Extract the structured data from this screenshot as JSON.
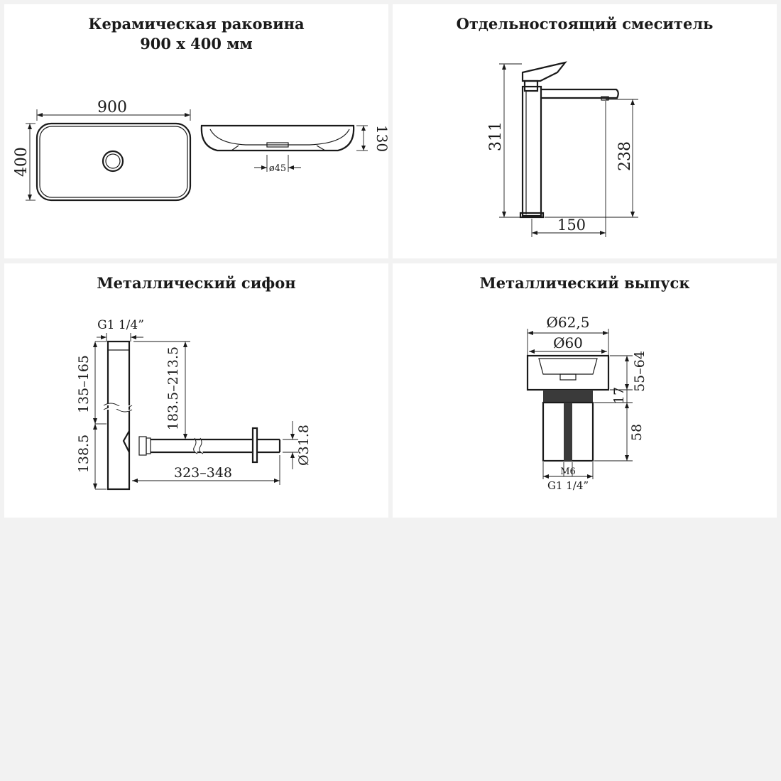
{
  "panels": {
    "sink": {
      "title_line1": "Керамическая раковина",
      "title_line2": "900 x 400 мм",
      "width": "900",
      "height": "400",
      "depth": "130",
      "drain": "ø45"
    },
    "faucet": {
      "title": "Отдельностоящий смеситель",
      "total_height": "311",
      "spout_height": "238",
      "reach": "150"
    },
    "siphon": {
      "title": "Металлический сифон",
      "thread": "G1 1/4”",
      "upper_height": "135–165",
      "lower_height": "138.5",
      "trap_height": "183.5–213.5",
      "length": "323–348",
      "outlet_diameter": "Ø31.8"
    },
    "drain": {
      "title": "Металлический выпуск",
      "outer_diameter": "Ø62,5",
      "inner_diameter": "Ø60",
      "total_height": "55–64",
      "flange": "17",
      "body_height": "58",
      "bolt": "M6",
      "thread": "G1 1/4”"
    }
  },
  "colors": {
    "background": "#f2f2f2",
    "panel": "#ffffff",
    "ink": "#1a1a1a"
  }
}
